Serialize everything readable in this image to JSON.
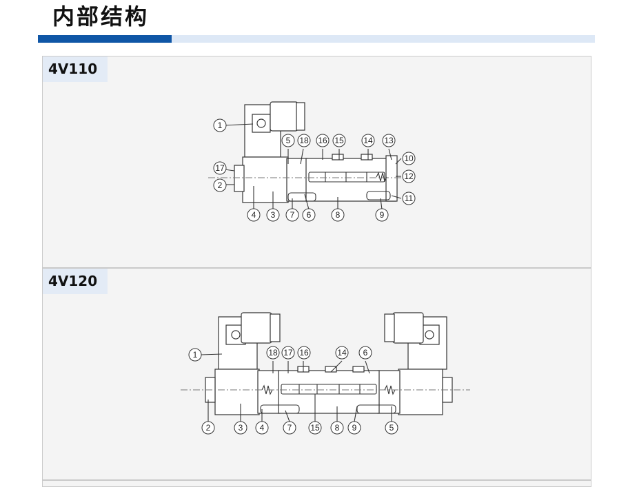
{
  "page": {
    "title": "内部结构",
    "accent_color": "#0f56a6",
    "bar_color": "#dde8f6"
  },
  "sections": [
    {
      "model": "4V110",
      "callouts": [
        "1",
        "2",
        "3",
        "4",
        "5",
        "6",
        "7",
        "8",
        "9",
        "10",
        "11",
        "12",
        "13",
        "14",
        "15",
        "16",
        "17",
        "18"
      ]
    },
    {
      "model": "4V120",
      "callouts": [
        "1",
        "2",
        "3",
        "4",
        "5",
        "6",
        "7",
        "8",
        "9",
        "14",
        "15",
        "16",
        "17",
        "18"
      ]
    }
  ]
}
